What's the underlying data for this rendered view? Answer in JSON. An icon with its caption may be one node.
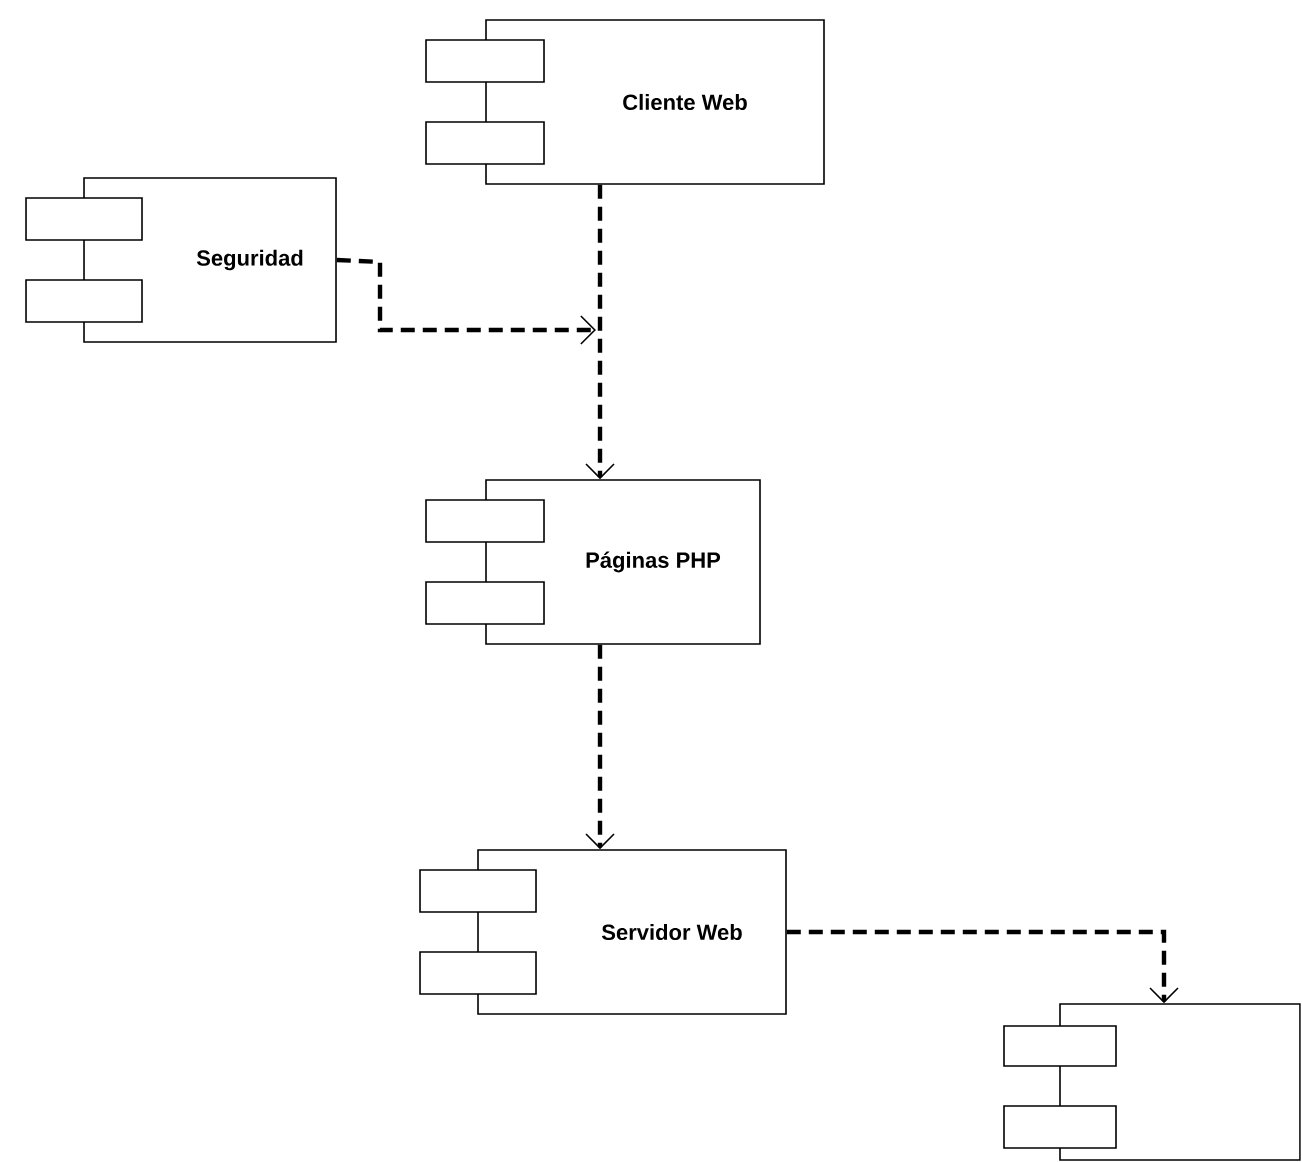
{
  "diagram": {
    "nodes": [
      {
        "text": [
          "Cliente Web"
        ]
      },
      {
        "text": [
          "Seguridad"
        ]
      },
      {
        "text": [
          "Páginas PHP"
        ]
      },
      {
        "text": [
          "Servidor Web"
        ]
      },
      {
        "text": [],
        "shape": "box"
      }
    ],
    "edges": [
      {
        "from": 0,
        "to": 2,
        "arrow": "to"
      },
      {
        "from": 1,
        "to": null,
        "arrow": "to"
      },
      {
        "from": 2,
        "to": 3,
        "arrow": "to"
      },
      {
        "from": 3,
        "to": 4,
        "arrow": "to"
      }
    ]
  }
}
